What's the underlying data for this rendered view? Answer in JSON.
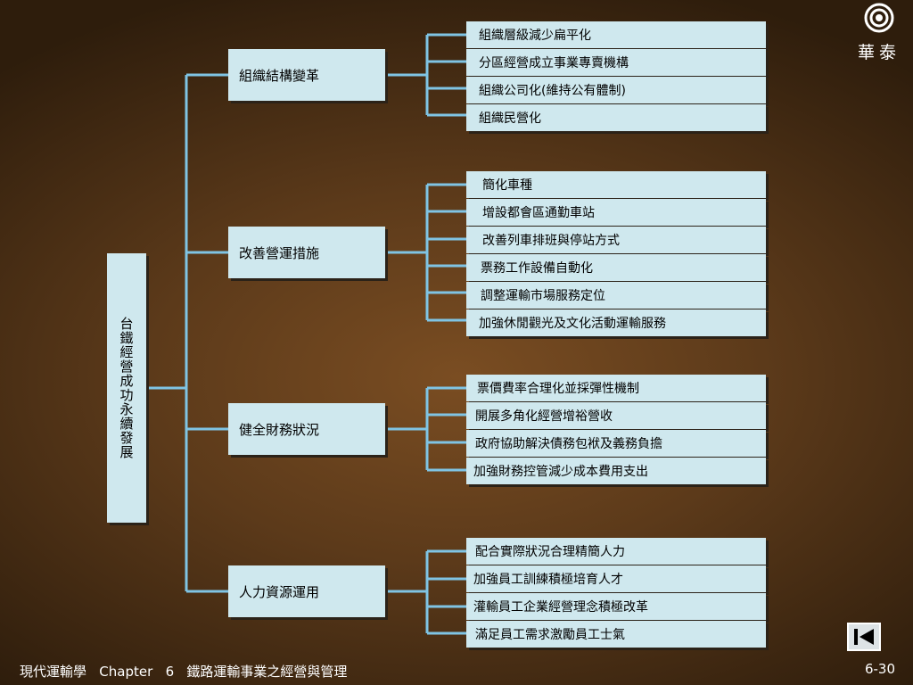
{
  "root": {
    "label": "台鐵經營成功永續發展"
  },
  "categories": [
    {
      "label": "組織結構變革",
      "items": [
        "組織層級減少扁平化",
        "分區經營成立事業專賣機構",
        "組織公司化(維持公有體制)",
        "組織民營化"
      ]
    },
    {
      "label": "改善營運措施",
      "items": [
        "簡化車種",
        "增設都會區通勤車站",
        "改善列車排班與停站方式",
        "票務工作設備自動化",
        "調整運輸市場服務定位",
        "加強休閒觀光及文化活動運輸服務"
      ]
    },
    {
      "label": "健全財務狀況",
      "items": [
        "票價費率合理化並採彈性機制",
        "開展多角化經營增裕營收",
        "政府協助解決債務包袱及義務負擔",
        "加強財務控管減少成本費用支出"
      ]
    },
    {
      "label": "人力資源運用",
      "items": [
        "配合實際狀況合理精簡人力",
        "加強員工訓練積極培育人才",
        "灌輸員工企業經營理念積極改革",
        "滿足員工需求激勵員工士氣"
      ]
    }
  ],
  "logo": {
    "text": "華泰"
  },
  "footer": {
    "text": "現代運輸學   Chapter   6   鐵路運輸事業之經營與管理"
  },
  "page_number": "6-30",
  "colors": {
    "connector": "#7fc4e4",
    "box": "#cfe8ee"
  }
}
